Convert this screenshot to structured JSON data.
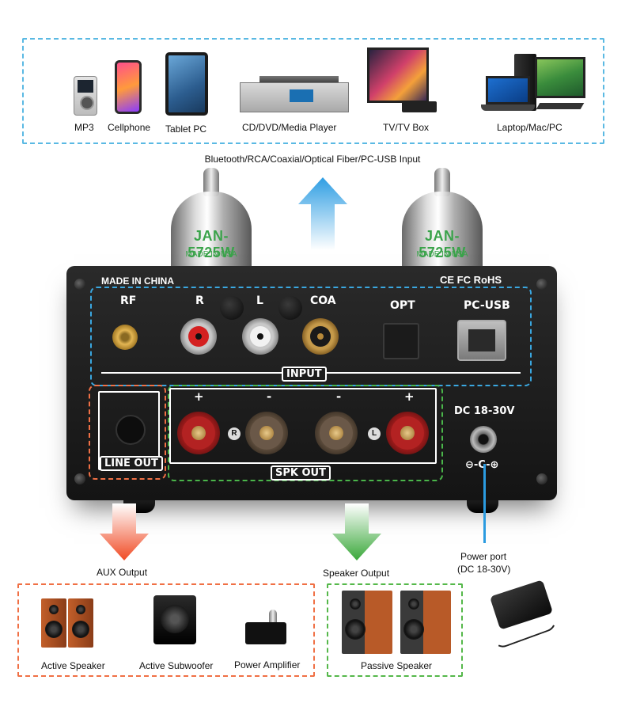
{
  "sources": {
    "items": [
      {
        "label": "MP3",
        "icon": "mp3-player-icon"
      },
      {
        "label": "Cellphone",
        "icon": "cellphone-icon"
      },
      {
        "label": "Tablet PC",
        "icon": "tablet-icon"
      },
      {
        "label": "CD/DVD/Media Player",
        "icon": "media-player-icon"
      },
      {
        "label": "TV/TV Box",
        "icon": "tv-icon"
      },
      {
        "label": "Laptop/Mac/PC",
        "icon": "computer-icon"
      }
    ],
    "caption": "Bluetooth/RCA/Coaxial/Optical Fiber/PC-USB Input",
    "border_color": "#5ab9e3"
  },
  "tubes": [
    {
      "code": "JAN-5725W",
      "origin": "MADE IN USA"
    },
    {
      "code": "JAN-5725W",
      "origin": "MADE IN USA"
    }
  ],
  "panel": {
    "made_in": "MADE IN CHINA",
    "certs": "CE FC RoHS",
    "ports": {
      "rf": "RF",
      "r": "R",
      "l": "L",
      "coa": "COA",
      "opt": "OPT",
      "pcusb": "PC-USB"
    },
    "input_tag": "INPUT",
    "line_out_tag": "LINE OUT",
    "spk_out_tag": "SPK OUT",
    "polarity": [
      "+",
      "-",
      "-",
      "+"
    ],
    "channel_r": "R",
    "channel_l": "L",
    "dc_label": "DC 18-30V",
    "dc_symbol": "⊖-C-⊕"
  },
  "outputs": {
    "aux_label": "AUX Output",
    "speaker_label": "Speaker Output",
    "power_label_1": "Power port",
    "power_label_2": "(DC 18-30V)",
    "aux_items": [
      "Active Speaker",
      "Active Subwoofer",
      "Power Amplifier"
    ],
    "speaker_items": [
      "Passive Speaker"
    ],
    "aux_color": "#f07045",
    "speaker_color": "#55b84a",
    "input_color": "#3aa7e0"
  }
}
